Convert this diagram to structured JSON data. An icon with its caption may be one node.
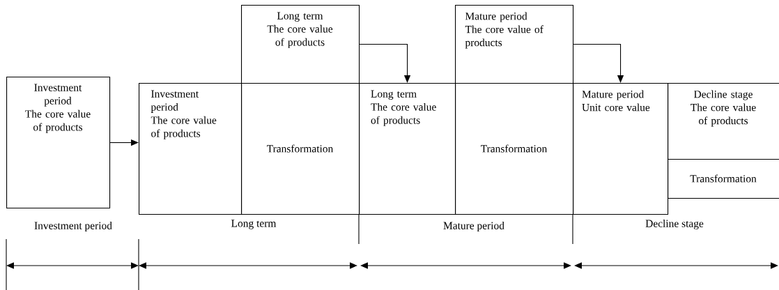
{
  "diagram": {
    "nodes": [
      {
        "text": [
          "Investment period",
          "The core value of products"
        ]
      },
      {
        "text": [
          "Long term",
          "The core value of products"
        ]
      },
      {
        "text": [
          "Mature period",
          "The core value of products"
        ]
      },
      {
        "text": [
          "Investment period",
          "The core value of products"
        ]
      },
      {
        "text": [
          "Transformation"
        ]
      },
      {
        "text": [
          "Long term",
          "The core value of products"
        ]
      },
      {
        "text": [
          "Transformation"
        ]
      },
      {
        "text": [
          "Mature period",
          "Unit core value"
        ]
      },
      {
        "text": [
          "Decline stage",
          "The core value of products"
        ]
      },
      {
        "text": [
          "Transformation"
        ]
      }
    ],
    "edges": [
      {
        "from": 0,
        "to": 3,
        "arrow": "to"
      },
      {
        "from": 1,
        "to": 5,
        "arrow": "to"
      },
      {
        "from": 2,
        "to": 7,
        "arrow": "to"
      }
    ],
    "labels": [
      "Investment period",
      "Long term",
      "Mature period",
      "Decline stage"
    ]
  }
}
